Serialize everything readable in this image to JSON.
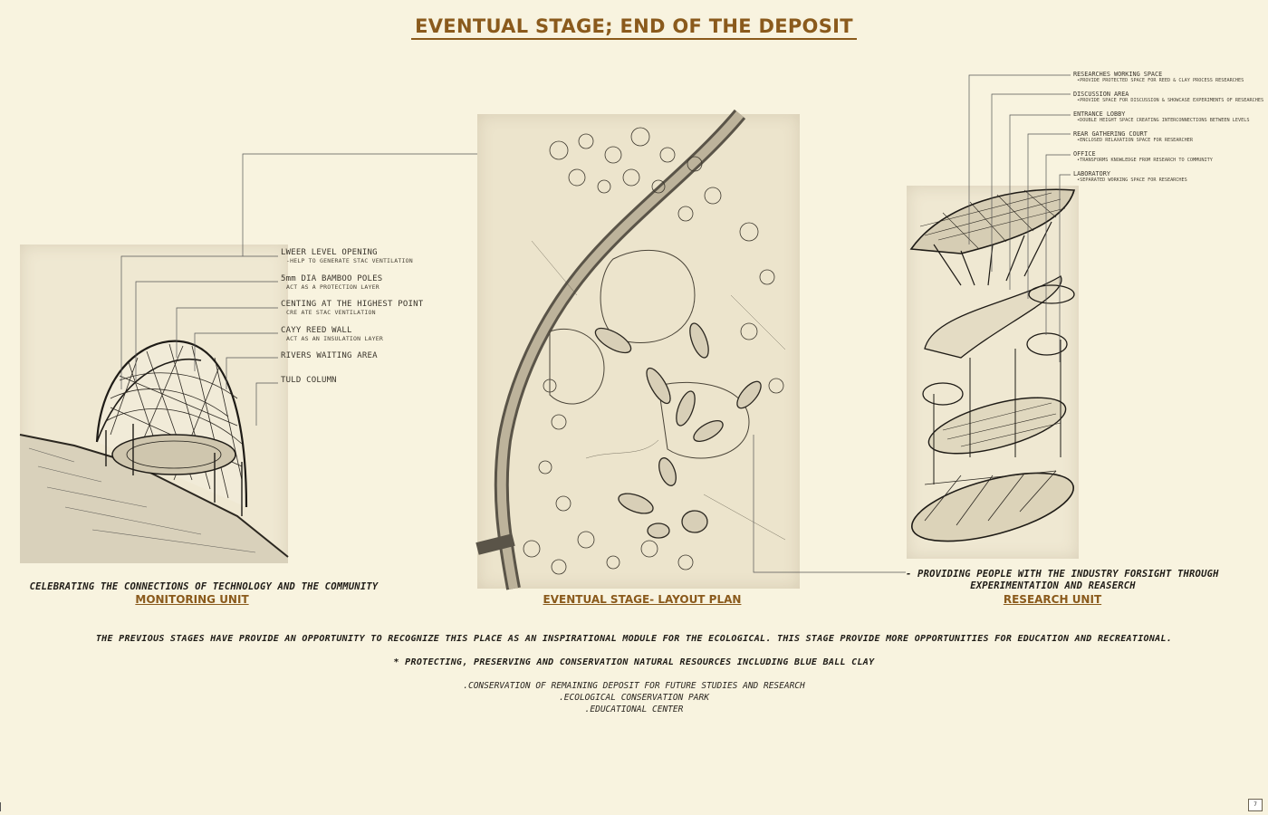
{
  "title": "EVENTUAL STAGE; END OF THE DEPOSIT",
  "monitoring": {
    "labels": [
      {
        "main": "LWEER LEVEL OPENING",
        "sub": "-HELP TO GENERATE STAC VENTILATION"
      },
      {
        "main": "5mm DIA BAMBOO POLES",
        "sub": "ACT AS A PROTECTION LAYER"
      },
      {
        "main": "CENTING AT THE HIGHEST POINT",
        "sub": "CRE ATE STAC VENTILATION"
      },
      {
        "main": "CAYY REED WALL",
        "sub": "ACT AS AN INSULATION LAYER"
      },
      {
        "main": "RIVERS WAITING AREA",
        "sub": ""
      },
      {
        "main": "TULD COLUMN",
        "sub": ""
      }
    ],
    "caption": "CELEBRATING THE CONNECTIONS OF TECHNOLOGY AND THE COMMUNITY",
    "unit_title": "MONITORING UNIT"
  },
  "layout": {
    "unit_title": "EVENTUAL STAGE- LAYOUT PLAN"
  },
  "research": {
    "labels": [
      {
        "main": "RESEARCHES WORKING SPACE",
        "sub": "•PROVIDE PROTECTED SPACE FOR REED & CLAY PROCESS RESEARCHES"
      },
      {
        "main": "DISCUSSION AREA",
        "sub": "•PROVIDE SPACE FOR DISCUSSION & SHOWCASE EXPERIMENTS OF RESEARCHES"
      },
      {
        "main": "ENTRANCE LOBBY",
        "sub": "•DOUBLE HEIGHT SPACE CREATING INTERCONNECTIONS BETWEEN LEVELS"
      },
      {
        "main": "REAR GATHERING COURT",
        "sub": "•ENCLOSED RELAXATION SPACE FOR RESEARCHER"
      },
      {
        "main": "OFFICE",
        "sub": "•TRANSFORMS KNOWLEDGE FROM RESEARCH TO COMMUNITY"
      },
      {
        "main": "LABORATORY",
        "sub": "•SEPARATED WORKING SPACE FOR RESEARCHES"
      }
    ],
    "caption_line1": "- PROVIDING PEOPLE WITH THE INDUSTRY FORSIGHT THROUGH",
    "caption_line2": "EXPERIMENTATION AND REASERCH",
    "unit_title": "RESEARCH UNIT"
  },
  "body": {
    "line1": "THE PREVIOUS STAGES HAVE PROVIDE AN OPPORTUNITY TO RECOGNIZE THIS PLACE AS AN INSPIRATIONAL MODULE FOR THE ECOLOGICAL. THIS STAGE PROVIDE MORE OPPORTUNITIES FOR EDUCATION AND RECREATIONAL.",
    "line2": "* PROTECTING, PRESERVING AND CONSERVATION NATURAL RESOURCES INCLUDING BLUE BALL CLAY",
    "list": [
      ".CONSERVATION OF REMAINING DEPOSIT FOR FUTURE STUDIES AND RESEARCH",
      ".ECOLOGICAL CONSERVATION PARK",
      ".EDUCATIONAL CENTER"
    ]
  },
  "page_number": "7",
  "colors": {
    "background": "#f8f3df",
    "accent": "#8a5a1c",
    "ink": "#2a2620"
  }
}
